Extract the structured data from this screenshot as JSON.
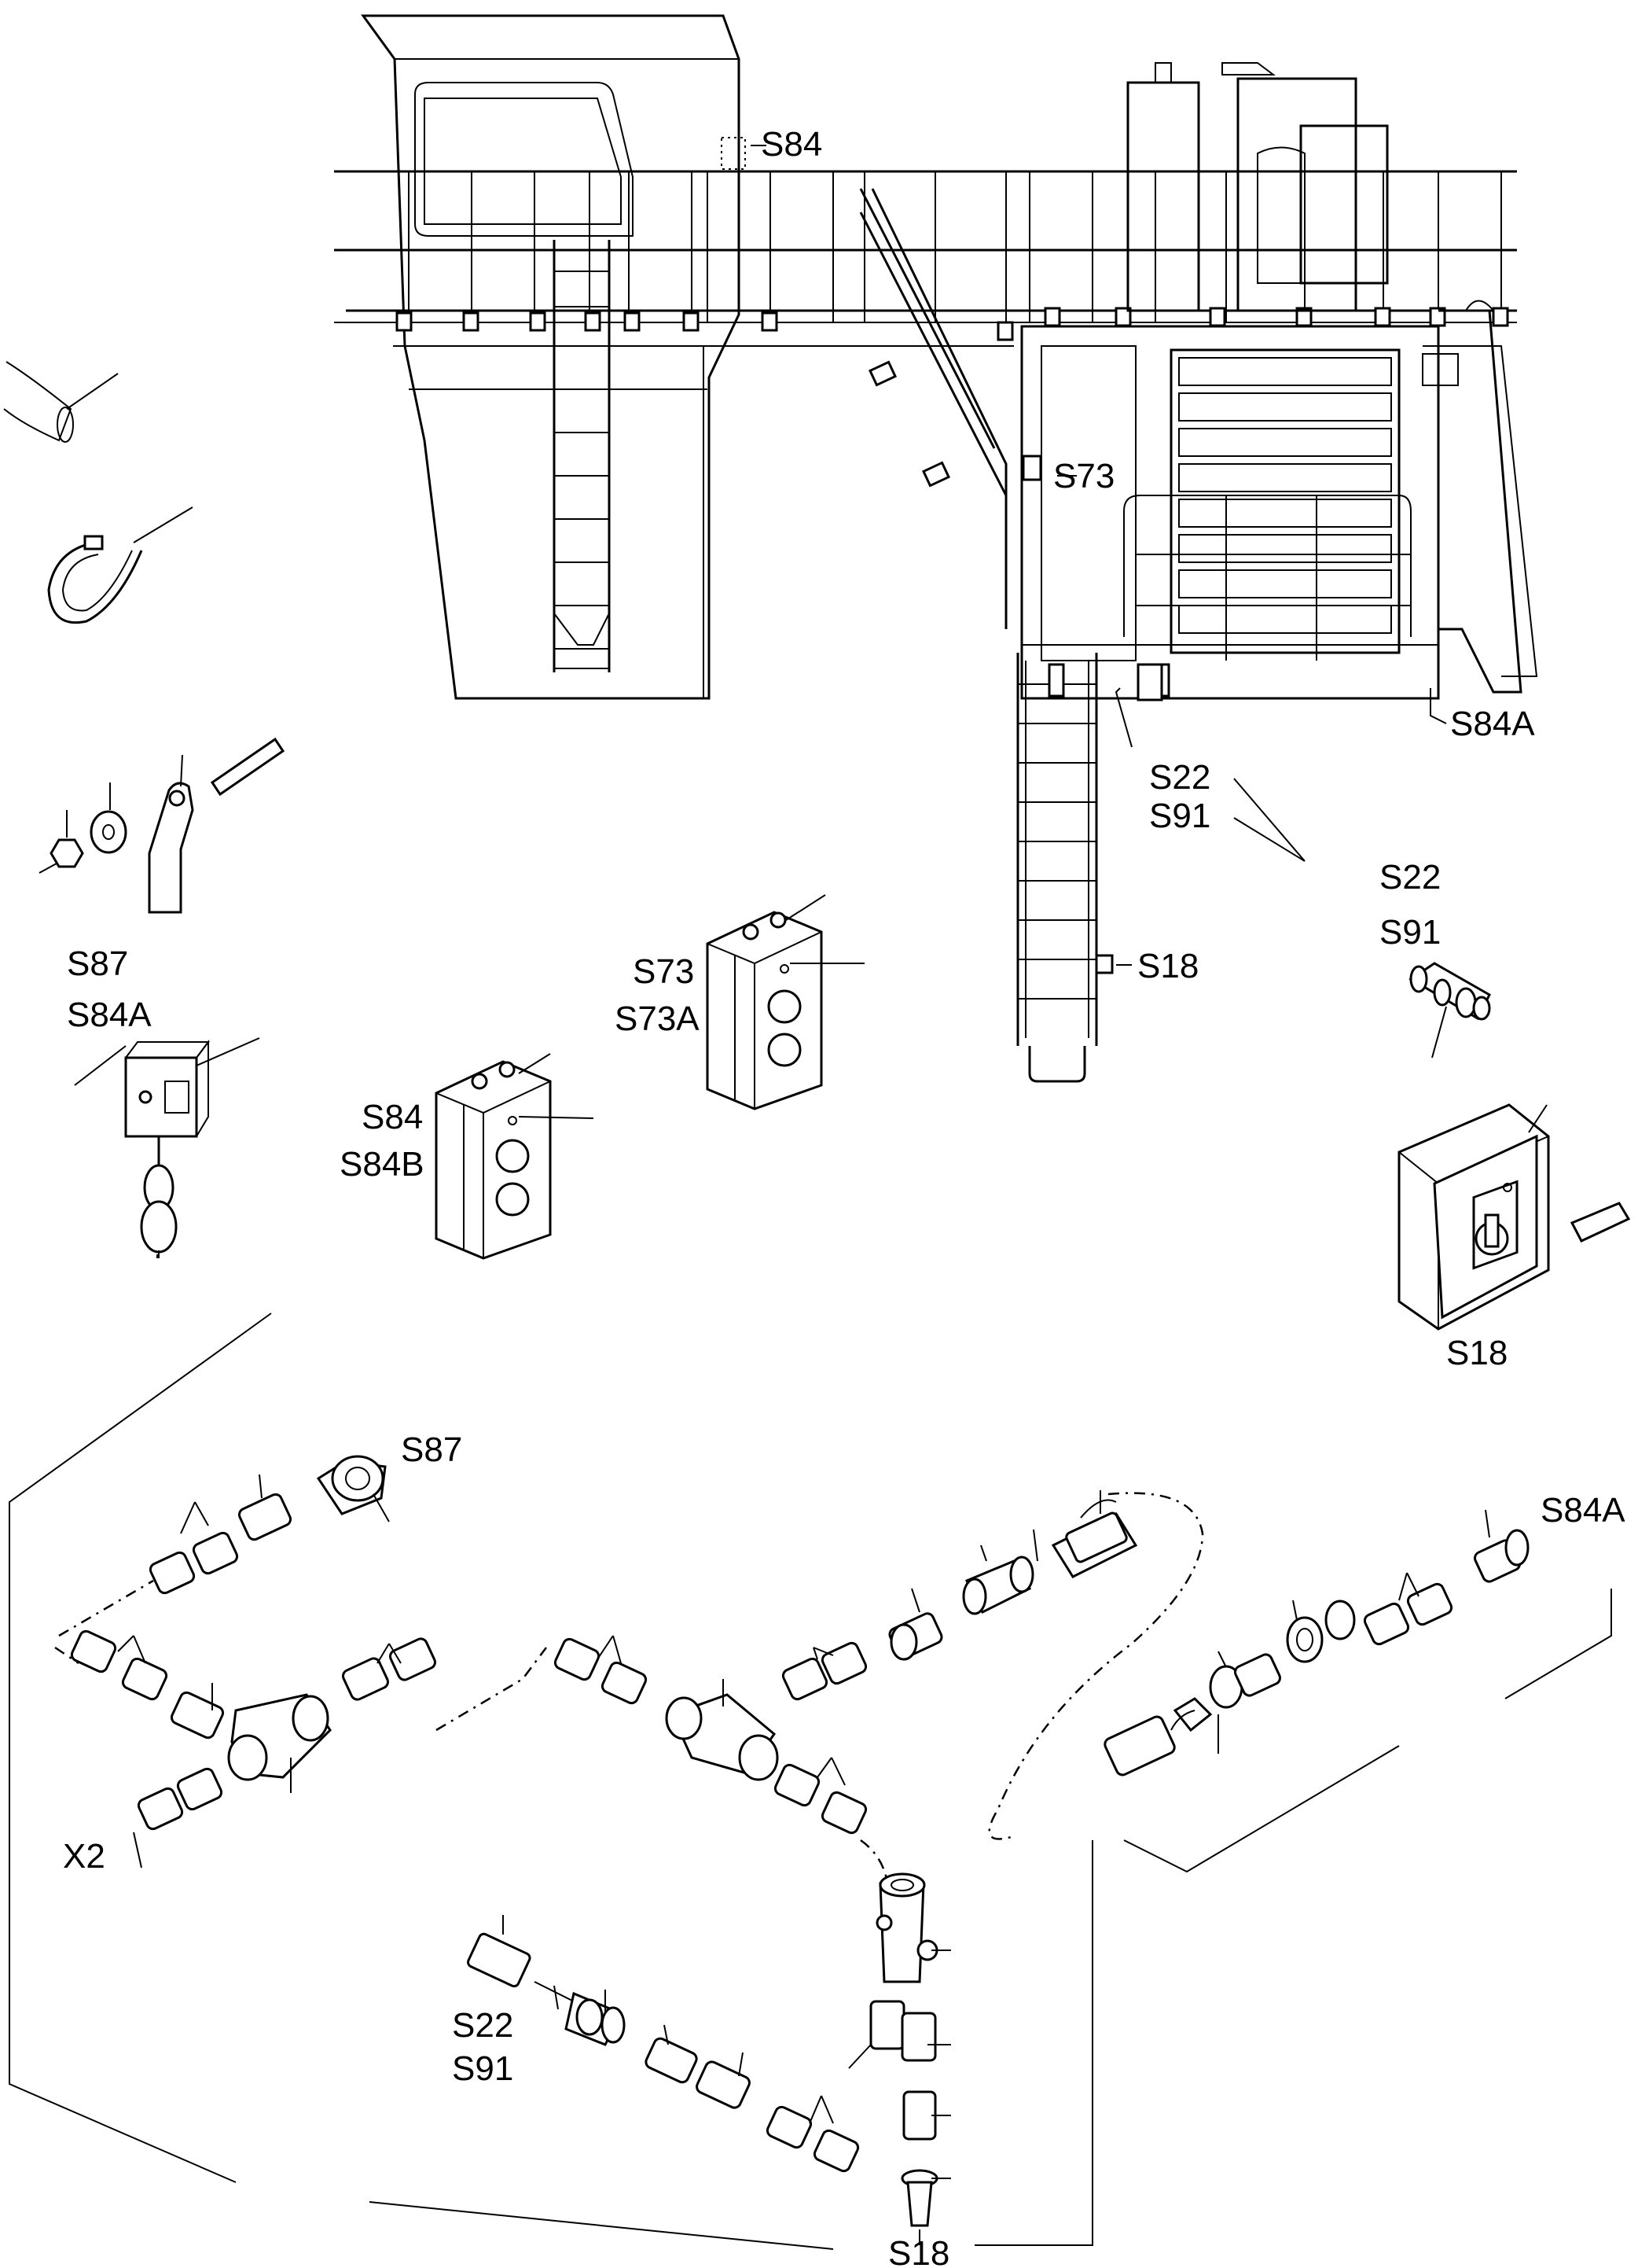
{
  "labels": {
    "s84_top": "S84",
    "s73_top": "S73",
    "s84a_top": "S84A",
    "s22_top": "S22",
    "s91_top": "S91",
    "s22_right": "S22",
    "s91_right": "S91",
    "s18_ladder": "S18",
    "s73_box": "S73",
    "s73a_box": "S73A",
    "s87_left": "S87",
    "s84a_left": "S84A",
    "s84_box": "S84",
    "s84b_box": "S84B",
    "s18_switch": "S18",
    "s87_bottom": "S87",
    "s84a_bottom": "S84A",
    "x2": "X2",
    "s22_bottom": "S22",
    "s91_bottom": "S91",
    "s18_bottom": "S18"
  }
}
